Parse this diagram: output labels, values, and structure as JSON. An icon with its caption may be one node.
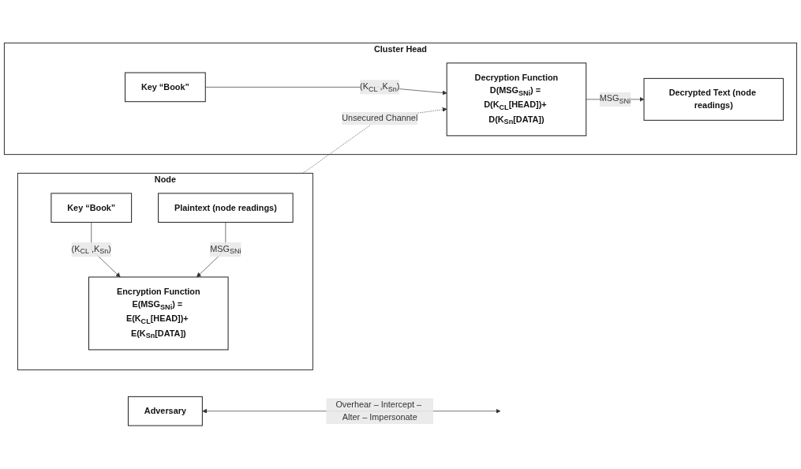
{
  "diagram": {
    "nodes": [
      {
        "text": [
          "Node"
        ]
      },
      {
        "text": [
          "Key “Book”"
        ],
        "in": 0
      },
      {
        "text": [
          "Encryption Function",
          "E(MSG$_{SNi}$) = E(K$_{CL}$[HEAD])+ E(K$_{Sn}$[DATA])"
        ],
        "in": 0
      },
      {
        "text": [
          "Plaintext (node readings)"
        ],
        "in": 0
      },
      {
        "text": [
          "Cluster Head"
        ]
      },
      {
        "text": [
          "Key “Book”"
        ],
        "in": 4
      },
      {
        "text": [
          "Decryption Function",
          "D(MSG$_{SNi}$) = D(K$_{CL}$[HEAD])+ D(K$_{Sn}$[DATA])"
        ],
        "in": 4
      },
      {
        "text": [
          "Decrypted Text (node readings)"
        ],
        "in": 4
      },
      {
        "text": [
          "Adversary"
        ]
      }
    ],
    "edges": [
      {
        "from": 1,
        "to": 2,
        "arrow": "to",
        "label": "(K$_{CL}$ ,K$_{Sn}$)"
      },
      {
        "from": 3,
        "to": 2,
        "arrow": "to",
        "label": "MSG$_{SNi}$"
      },
      {
        "from": 0,
        "to": 6,
        "arrow": "to",
        "label": "Unsecured Channel",
        "style": "dashed"
      },
      {
        "from": 5,
        "to": 6,
        "arrow": "to",
        "label": "(K$_{CL}$ ,K$_{Sn}$)"
      },
      {
        "from": 6,
        "to": 7,
        "arrow": "to",
        "label": "MSG$_{SNi}$"
      },
      {
        "from": 8,
        "to": null,
        "arrow": "both",
        "label": "Overhear – Intercept – Alter – Impersonate"
      }
    ]
  }
}
